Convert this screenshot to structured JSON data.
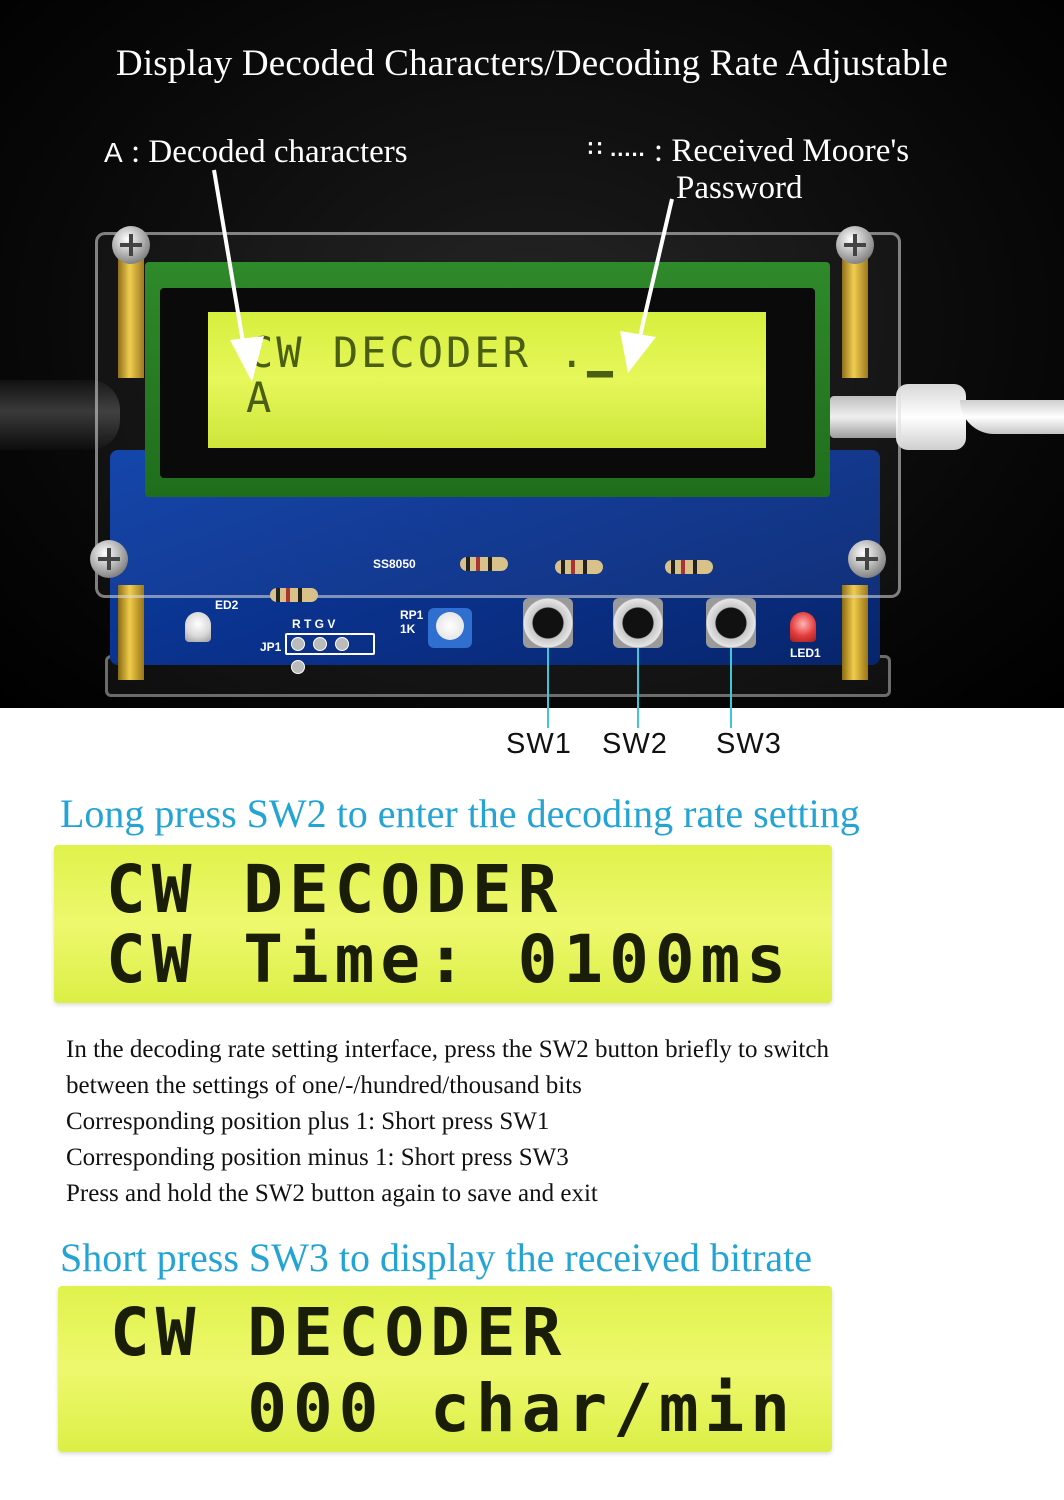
{
  "title": "Display Decoded Characters/Decoding Rate Adjustable",
  "legend": {
    "left_symbol": "A",
    "left_text": ": Decoded characters",
    "right_symbol": "∷ .....",
    "right_text_line1": ": Received Moore's",
    "right_text_line2": "Password"
  },
  "device_lcd": {
    "line1": "CW DECODER .▁",
    "line2": "A"
  },
  "switches": [
    "SW1",
    "SW2",
    "SW3"
  ],
  "section1": {
    "heading": "Long press SW2 to enter the decoding rate setting",
    "lcd_line1": "CW DECODER",
    "lcd_line2": "CW Time: 0100ms"
  },
  "instructions": [
    "In the decoding rate setting interface, press the SW2 button briefly to switch",
    "between the settings of one/-/hundred/thousand bits",
    "Corresponding position plus 1: Short press SW1",
    "Corresponding position minus 1: Short press SW3",
    "Press and hold the SW2 button again to save and exit"
  ],
  "section2": {
    "heading": "Short press SW3 to display the received bitrate",
    "lcd_line1": "CW DECODER",
    "lcd_line2": "   000 char/min"
  },
  "colors": {
    "heading_accent": "#24a4d4",
    "lcd_background": "#e6f55c",
    "pcb_blue": "#0a2f86"
  }
}
